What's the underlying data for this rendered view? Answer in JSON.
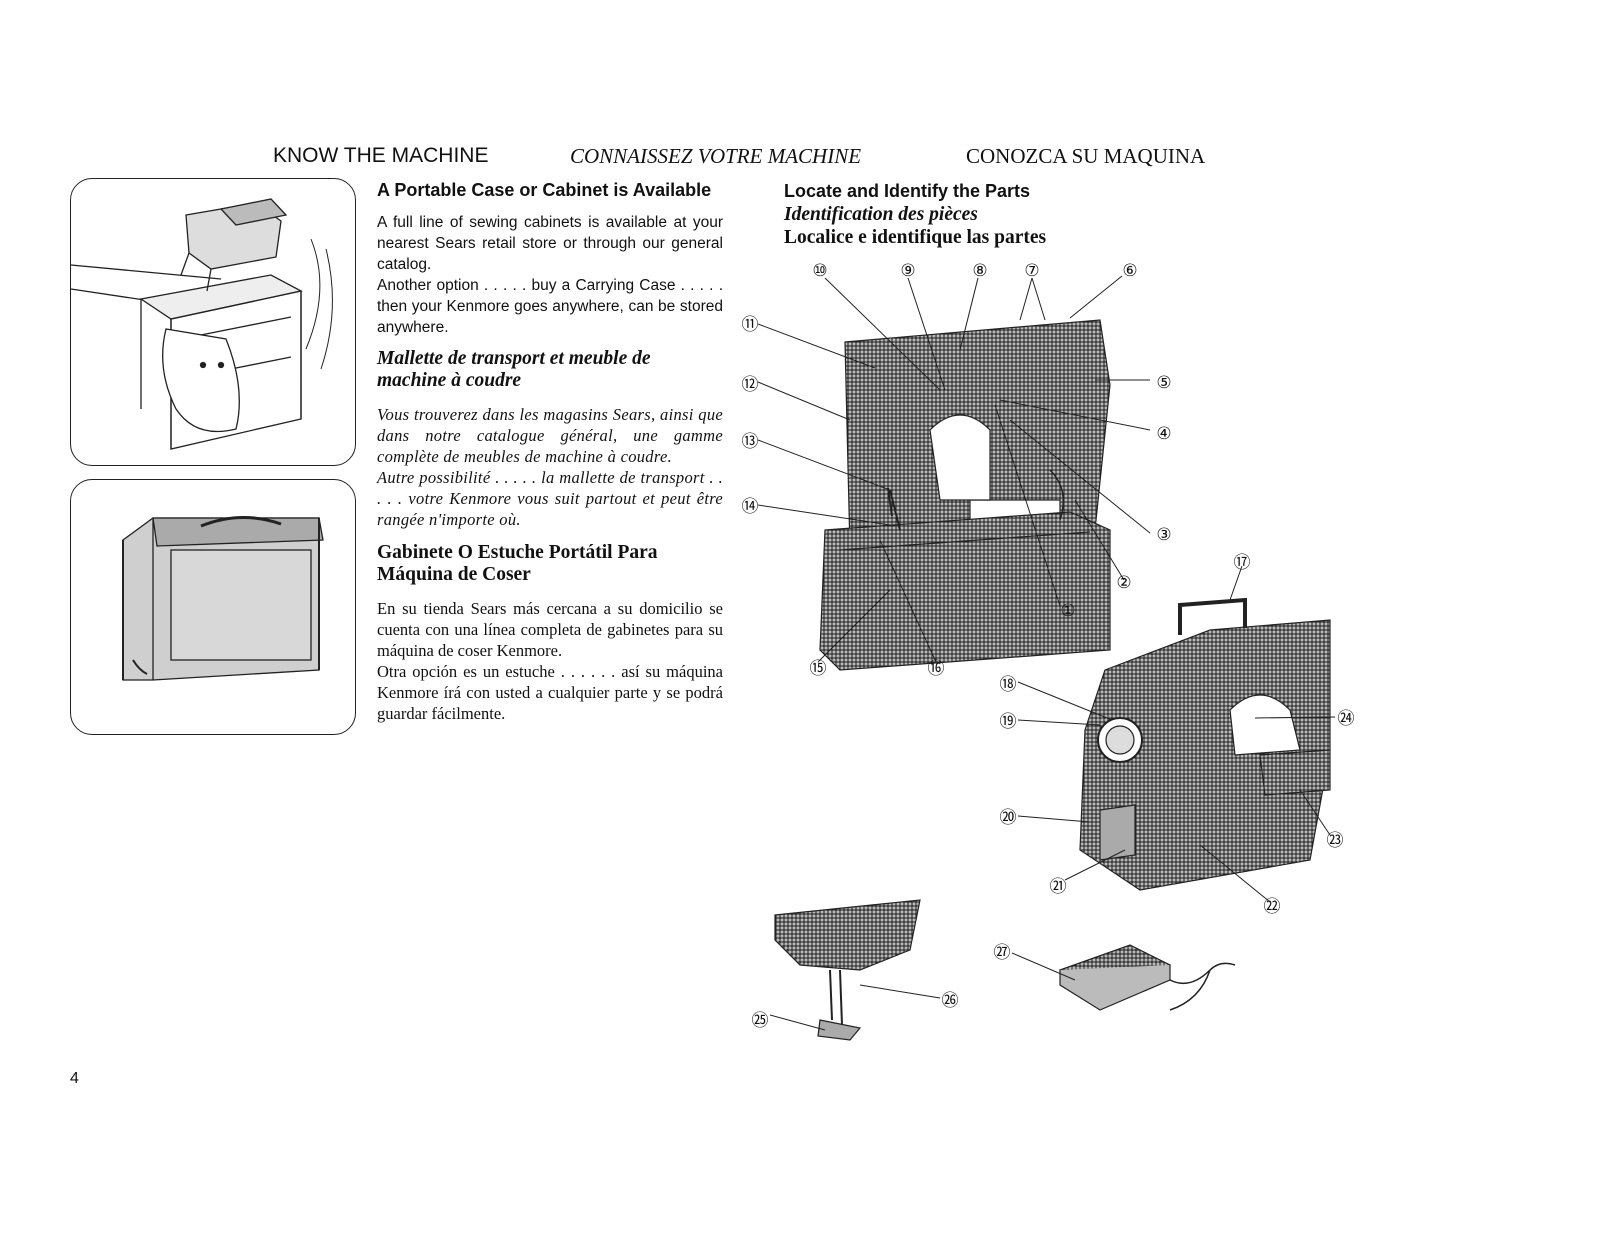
{
  "header": {
    "en": "KNOW THE MACHINE",
    "fr": "CONNAISSEZ VOTRE MACHINE",
    "es": "CONOZCA SU MAQUINA"
  },
  "cabinet_section": {
    "en_title": "A Portable Case or Cabinet is Available",
    "en_p1": "A full line of sewing cabinets is available at your nearest Sears retail store or through our general catalog.",
    "en_p2": "Another option . . . . . buy a Carrying Case . . . . . then your Kenmore goes anywhere, can be stored anywhere.",
    "fr_title": "Mallette de transport et meuble de machine à coudre",
    "fr_p1": "Vous trouverez dans les magasins Sears, ainsi que dans notre catalogue général, une gamme complète de meubles de machine à coudre.",
    "fr_p2": "Autre possibilité . . . . . la mallette de transport . . . . . votre Kenmore vous suit partout et peut être rangée n'importe où.",
    "es_title": "Gabinete O Estuche Portátil Para Máquina de Coser",
    "es_p1": "En su tienda Sears más cercana a su domicilio se cuenta con una línea completa de gabinetes para su máquina de coser Kenmore.",
    "es_p2": "Otra opción es un estuche . . . . . . así su máquina Kenmore írá con usted a cualquier parte y se podrá guardar fácilmente."
  },
  "parts_section": {
    "en_title": "Locate and Identify the Parts",
    "fr_title": "Identification des pièces",
    "es_title": "Localice e identifique las partes"
  },
  "callouts": [
    "①",
    "②",
    "③",
    "④",
    "⑤",
    "⑥",
    "⑦",
    "⑧",
    "⑨",
    "⑩",
    "⑪",
    "⑫",
    "⑬",
    "⑭",
    "⑮",
    "⑯",
    "⑰",
    "⑱",
    "⑲",
    "⑳",
    "㉑",
    "㉒",
    "㉓",
    "㉔",
    "㉕",
    "㉖",
    "㉗"
  ],
  "page_number": "4"
}
